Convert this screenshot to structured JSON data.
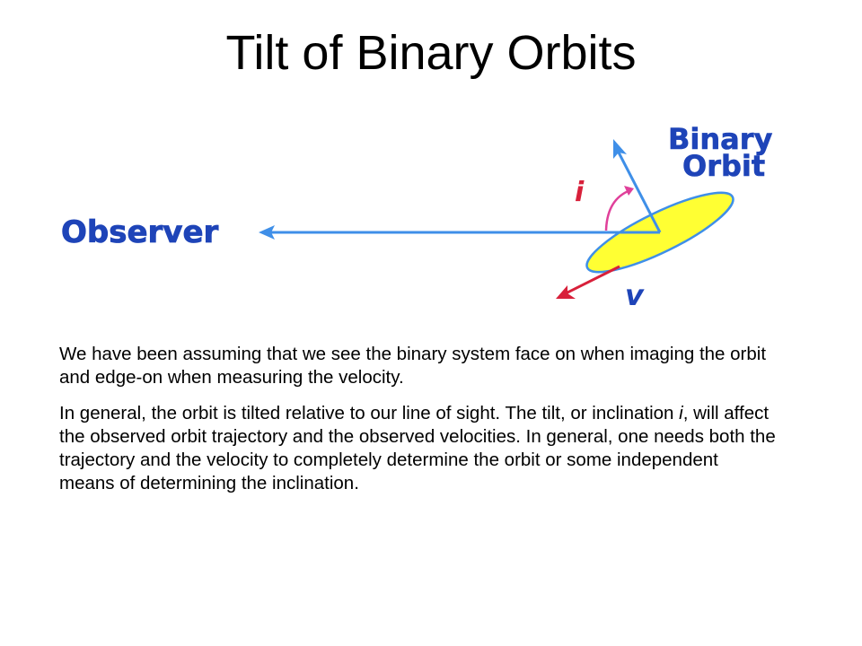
{
  "slide": {
    "title": "Tilt of Binary Orbits"
  },
  "diagram": {
    "observer_label": "Observer",
    "orbit_label_line1": "Binary",
    "orbit_label_line2": "Orbit",
    "inclination_symbol": "i",
    "velocity_symbol": "v",
    "colors": {
      "arrow": "#3f8fe8",
      "label": "#1e44b8",
      "orbit_fill": "#ffff33",
      "orbit_stroke": "#3f8fe8",
      "velocity": "#d8203a",
      "arc": "#e0409a"
    }
  },
  "body": {
    "paragraph_1": "We have been assuming that we see the binary system face on when imaging the orbit and edge-on when measuring the velocity.",
    "paragraph_2_start": "In general, the orbit is tilted relative to our line of sight.  The tilt, or inclination ",
    "paragraph_2_symbol": "i",
    "paragraph_2_end": ", will affect the observed orbit trajectory and the observed velocities.  In general, one needs both the trajectory and the velocity to completely determine the orbit or some independent means of determining the inclination."
  }
}
